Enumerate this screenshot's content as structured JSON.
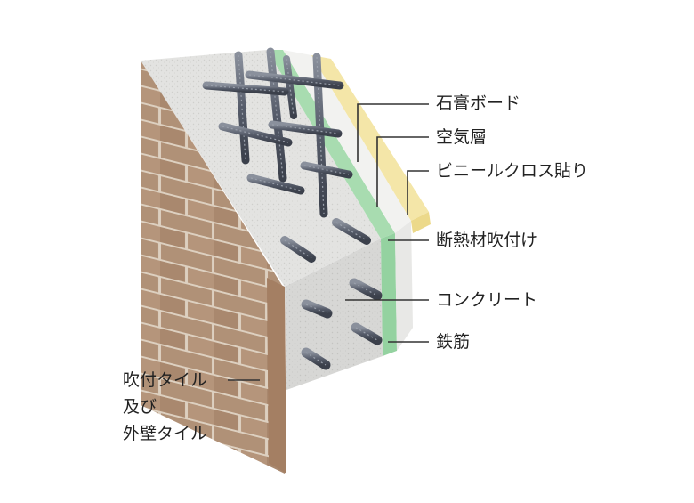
{
  "labels": {
    "gypsum_board": "石膏ボード",
    "air_layer": "空気層",
    "vinyl_cloth": "ビニールクロス貼り",
    "insulation": "断熱材吹付け",
    "concrete": "コンクリート",
    "rebar": "鉄筋",
    "exterior_lines": [
      "吹付タイル",
      "及び",
      "外壁タイル"
    ]
  },
  "colors": {
    "brick": "#b8977c",
    "mortar": "#e6d9c8",
    "concrete": "#e4e4e2",
    "insulation": "#a8dcb0",
    "gypsum": "#f2f2f0",
    "vinyl": "#f4e6a8",
    "rebar": "#565c6a",
    "leader_line": "#333333"
  }
}
